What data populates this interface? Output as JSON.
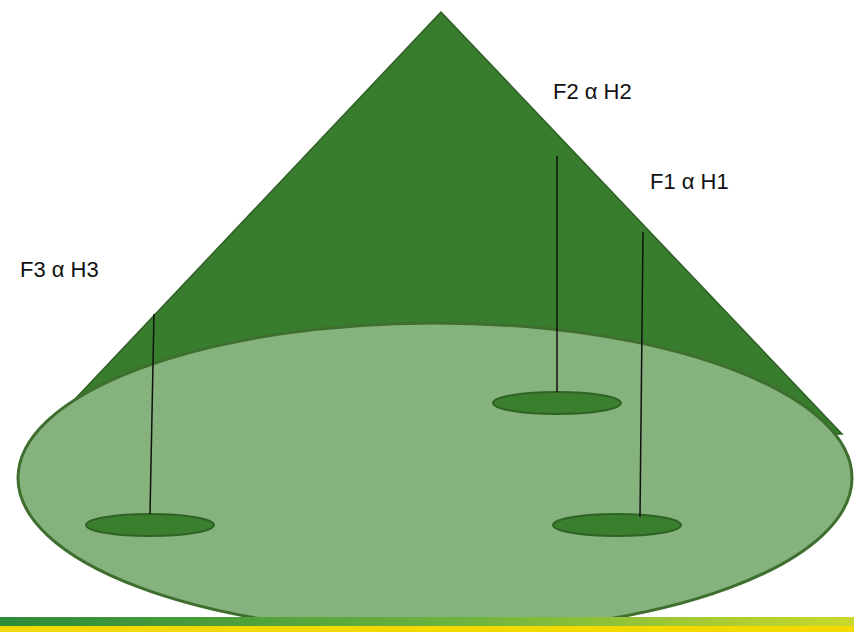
{
  "diagram": {
    "labels": [
      "F2 α H2",
      "F1 α H1",
      "F3 α H3"
    ]
  }
}
